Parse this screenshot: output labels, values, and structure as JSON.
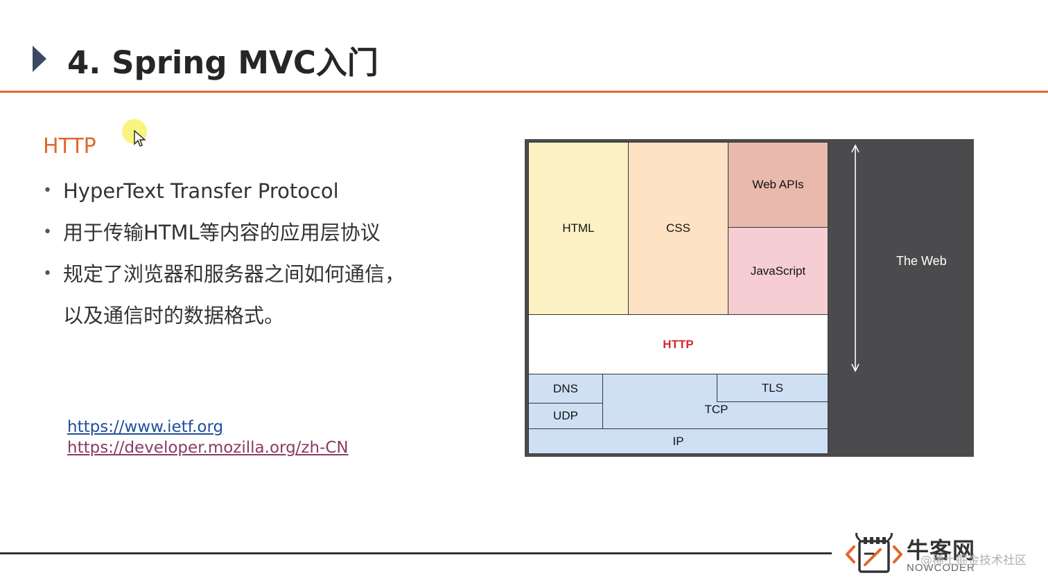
{
  "slide": {
    "title": "4. Spring MVC入门",
    "section_title": "HTTP",
    "bullets": [
      "HyperText Transfer Protocol",
      "用于传输HTML等内容的应用层协议",
      "规定了浏览器和服务器之间如何通信，以及通信时的数据格式。"
    ],
    "links": [
      "https://www.ietf.org",
      "https://developer.mozilla.org/zh-CN"
    ]
  },
  "diagram": {
    "html": "HTML",
    "css": "CSS",
    "web_apis": "Web APIs",
    "javascript": "JavaScript",
    "http": "HTTP",
    "dns": "DNS",
    "udp": "UDP",
    "tls": "TLS",
    "tcp": "TCP",
    "ip": "IP",
    "the_web": "The Web",
    "colors": {
      "html": "#fcf1c3",
      "css": "#fde2c4",
      "web_apis": "#e9b9ae",
      "javascript": "#f6cdd2",
      "http_text": "#d62b2b",
      "network": "#cfe0f5",
      "background": "#4b4b4d"
    }
  },
  "branding": {
    "name": "牛客网",
    "sub": "NOWCODER",
    "watermark": "@稀土掘金技术社区"
  },
  "colors": {
    "accent": "#e0672b",
    "title_arrow": "#3b4a60",
    "link": "#1f4e9c",
    "link_visited": "#8b3a62"
  }
}
